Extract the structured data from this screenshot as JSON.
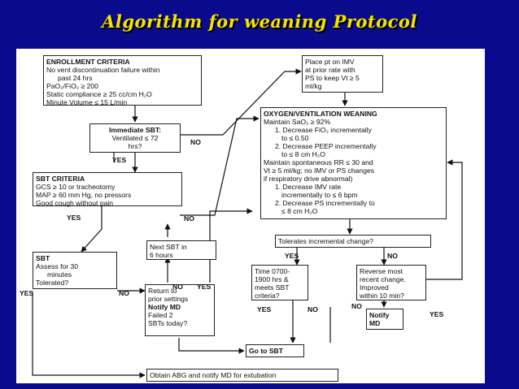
{
  "title": "Algorithm for weaning Protocol",
  "boxes": {
    "enrollment": {
      "heading": "ENROLLMENT CRITERIA",
      "lines": [
        "No vent discontinuation failure within",
        "past 24 hrs",
        "PaO₂/FiO₂ ≥ 200",
        "Static compliance ≥ 25 cc/cm H₂O",
        "Minute Volume ≤ 15 L/min"
      ]
    },
    "imv": {
      "lines": [
        "Place pt on IMV",
        "at prior rate with",
        "PS to keep Vt ≥ 5",
        "ml/kg"
      ]
    },
    "immediate_sbt": {
      "lines": [
        "Immediate SBT:",
        "Ventilated ≤ 72",
        "hrs?"
      ]
    },
    "oxygen": {
      "heading": "OXYGEN/VENTILATION WEANING",
      "lines": [
        "Maintain SaO₂ ≥ 92%",
        "1. Decrease FiO₂ incrementally",
        "to ≤ 0.50",
        "2. Decrease PEEP incrementally",
        "to ≤ 8 cm H₂O",
        "Maintain spontaneous RR ≤ 30 and",
        "Vt ≥ 5 ml/kg; no IMV or PS changes",
        "if respiratory drive abnormal)",
        "1. Decrease IMV rate",
        "incrementally to ≤ 6 bpm",
        "2. Decrease PS incrementally to",
        "≤ 8 cm H₂O"
      ]
    },
    "sbt_criteria": {
      "heading": "SBT CRITERIA",
      "lines": [
        "GCS ≥ 10 or tracheotomy",
        "MAP ≥ 60 mm Hg, no pressors",
        "Good cough without pain"
      ]
    },
    "tolerates": {
      "lines": [
        "Tolerates incremental change?"
      ]
    },
    "next_sbt": {
      "lines": [
        "Next SBT in",
        "6 hours"
      ]
    },
    "sbt": {
      "heading": "SBT",
      "lines": [
        "Assess for 30",
        "minutes",
        "Tolerated?"
      ]
    },
    "time": {
      "lines": [
        "Time 0700-",
        "1900 hrs &",
        "meets SBT",
        "criteria?"
      ]
    },
    "reverse": {
      "lines": [
        "Reverse most",
        "recent change.",
        "Improved",
        "within 10 min?"
      ]
    },
    "return": {
      "lines": [
        "Return to",
        "prior settings",
        "Notify MD",
        "Failed 2",
        "SBTs today?"
      ]
    },
    "notify": {
      "lines": [
        "Notify",
        "MD"
      ]
    },
    "goto_sbt": {
      "lines": [
        "Go to SBT"
      ]
    },
    "obtain": {
      "lines": [
        "Obtain ABG and notify MD for extubation"
      ]
    }
  },
  "labels": {
    "yes": "YES",
    "no": "NO"
  }
}
